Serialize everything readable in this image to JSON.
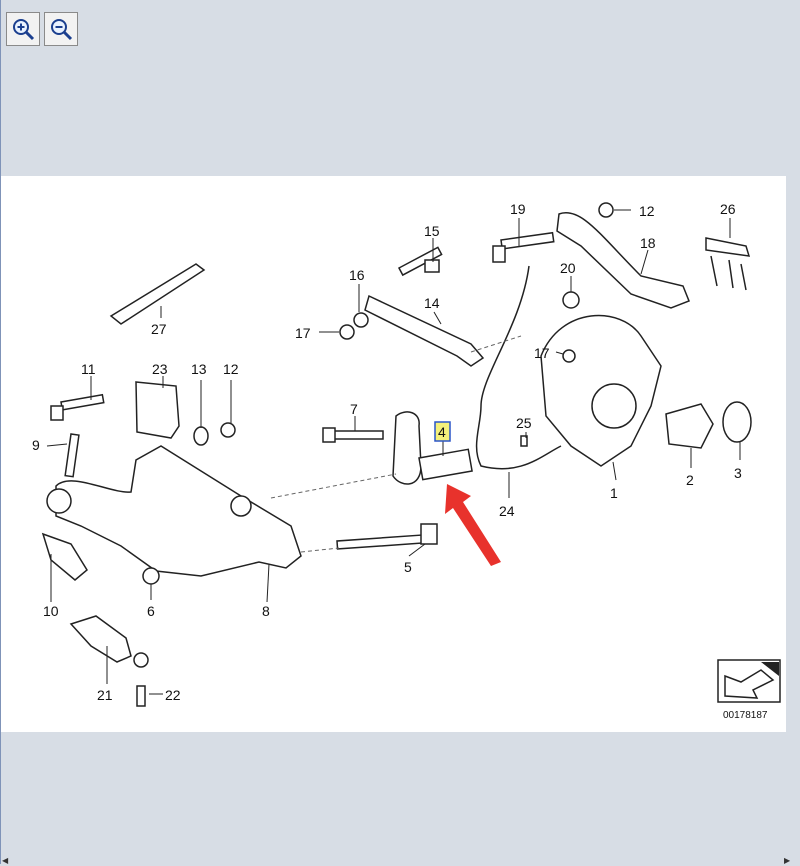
{
  "toolbar": {
    "zoom_in_icon": "zoom-in-icon",
    "zoom_out_icon": "zoom-out-icon"
  },
  "diagram": {
    "callouts": [
      {
        "id": "c1",
        "label": "1"
      },
      {
        "id": "c2",
        "label": "2"
      },
      {
        "id": "c3",
        "label": "3"
      },
      {
        "id": "c4",
        "label": "4"
      },
      {
        "id": "c5",
        "label": "5"
      },
      {
        "id": "c6",
        "label": "6"
      },
      {
        "id": "c7",
        "label": "7"
      },
      {
        "id": "c8",
        "label": "8"
      },
      {
        "id": "c9",
        "label": "9"
      },
      {
        "id": "c10",
        "label": "10"
      },
      {
        "id": "c11",
        "label": "11"
      },
      {
        "id": "c12a",
        "label": "12"
      },
      {
        "id": "c12b",
        "label": "12"
      },
      {
        "id": "c13",
        "label": "13"
      },
      {
        "id": "c14",
        "label": "14"
      },
      {
        "id": "c15",
        "label": "15"
      },
      {
        "id": "c16",
        "label": "16"
      },
      {
        "id": "c17a",
        "label": "17"
      },
      {
        "id": "c17b",
        "label": "17"
      },
      {
        "id": "c18",
        "label": "18"
      },
      {
        "id": "c19",
        "label": "19"
      },
      {
        "id": "c20",
        "label": "20"
      },
      {
        "id": "c21",
        "label": "21"
      },
      {
        "id": "c22",
        "label": "22"
      },
      {
        "id": "c23",
        "label": "23"
      },
      {
        "id": "c24",
        "label": "24"
      },
      {
        "id": "c25",
        "label": "25"
      },
      {
        "id": "c26",
        "label": "26"
      },
      {
        "id": "c27",
        "label": "27"
      }
    ],
    "code": "00178187",
    "highlight_color": "#f4f07a",
    "arrow_color": "#e8322c"
  }
}
